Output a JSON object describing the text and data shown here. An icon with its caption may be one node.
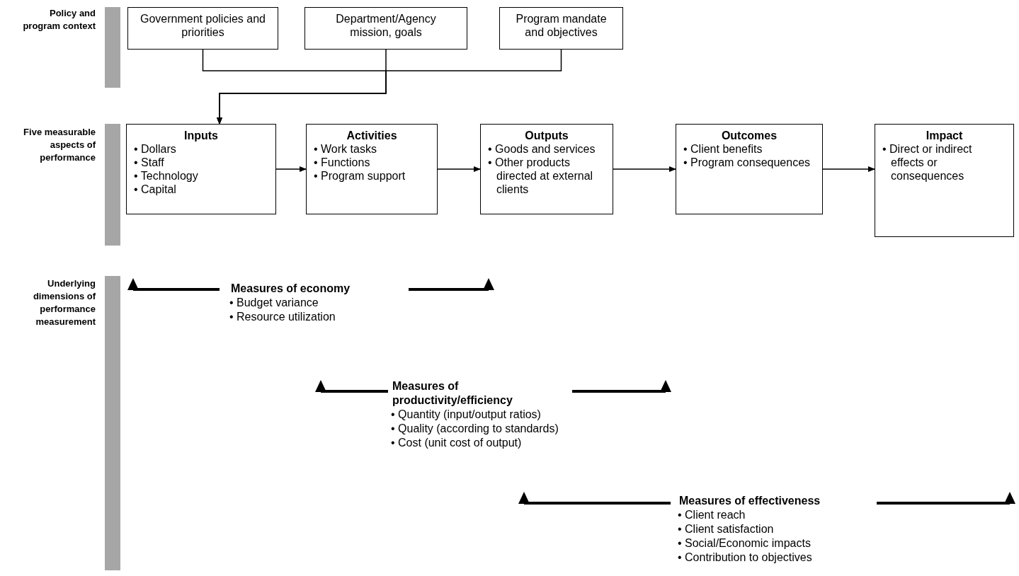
{
  "diagram": {
    "nodes": [
      {
        "text": [
          "Government policies and priorities"
        ]
      },
      {
        "text": [
          "Department/Agency mission, goals"
        ]
      },
      {
        "text": [
          "Program mandate and objectives"
        ]
      },
      {
        "text": [
          "Inputs",
          "• Dollars",
          "• Staff",
          "• Technology",
          "• Capital"
        ]
      },
      {
        "text": [
          "Activities",
          "• Work tasks",
          "• Functions",
          "• Program support"
        ]
      },
      {
        "text": [
          "Outputs",
          "• Goods and services",
          "• Other products directed at external clients"
        ]
      },
      {
        "text": [
          "Outcomes",
          "• Client benefits",
          "• Program consequences"
        ]
      },
      {
        "text": [
          "Impact",
          "• Direct or indirect effects or consequences"
        ]
      },
      {
        "text": [],
        "shape": "bar"
      },
      {
        "text": [],
        "shape": "bar"
      },
      {
        "text": [],
        "shape": "bar"
      }
    ],
    "edges": [
      {
        "from": 0,
        "to": 3,
        "arrow": "to"
      },
      {
        "from": 1,
        "to": 3,
        "arrow": "to"
      },
      {
        "from": 2,
        "to": 3,
        "arrow": "to"
      },
      {
        "from": 3,
        "to": 4,
        "arrow": "to"
      },
      {
        "from": 4,
        "to": 5,
        "arrow": "to"
      },
      {
        "from": 5,
        "to": 6,
        "arrow": "to"
      },
      {
        "from": 6,
        "to": 7,
        "arrow": "to"
      }
    ],
    "labels": [
      "Policy and program context",
      "Five measurable aspects of performance",
      "Underlying dimensions of performance measurement",
      "Measures of economy",
      "• Budget variance",
      "• Resource utilization",
      "Measures of productivity/efficiency",
      "• Quantity (input/output ratios)",
      "• Quality (according to standards)",
      "• Cost (unit cost of output)",
      "Measures of effectiveness",
      "• Client reach",
      "• Client satisfaction",
      "• Social/Economic impacts",
      "• Contribution to objectives"
    ]
  }
}
